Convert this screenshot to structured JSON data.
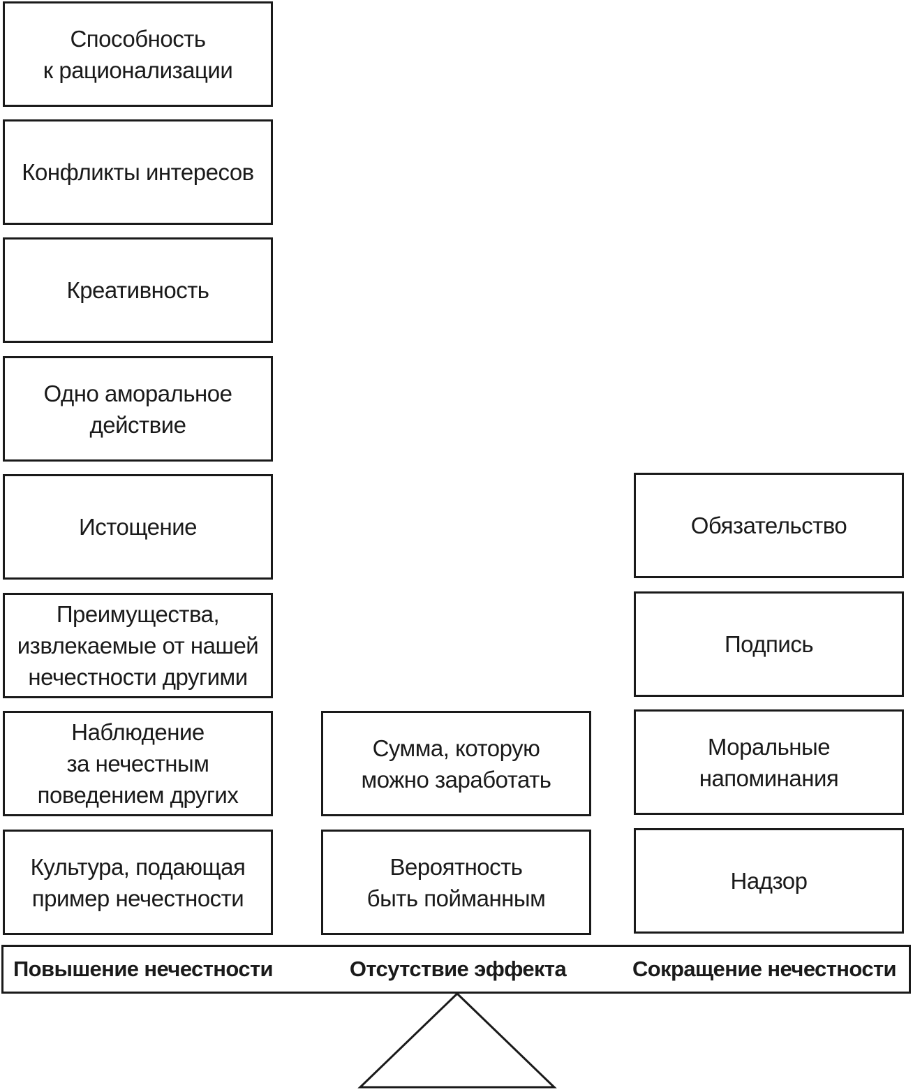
{
  "columns": {
    "increase": {
      "label": "Повышение нечестности",
      "factors": [
        "Способность\nк рационализации",
        "Конфликты интересов",
        "Креативность",
        "Одно аморальное\nдействие",
        "Истощение",
        "Преимущества,\nизвлекаемые от нашей\nнечестности другими",
        "Наблюдение\nза нечестным\nповедением других",
        "Культура, подающая\nпример нечестности"
      ]
    },
    "no_effect": {
      "label": "Отсутствие эффекта",
      "factors": [
        "Сумма, которую\nможно заработать",
        "Вероятность\nбыть пойманным"
      ]
    },
    "decrease": {
      "label": "Сокращение нечестности",
      "factors": [
        "Обязательство",
        "Подпись",
        "Моральные\nнапоминания",
        "Надзор"
      ]
    }
  }
}
